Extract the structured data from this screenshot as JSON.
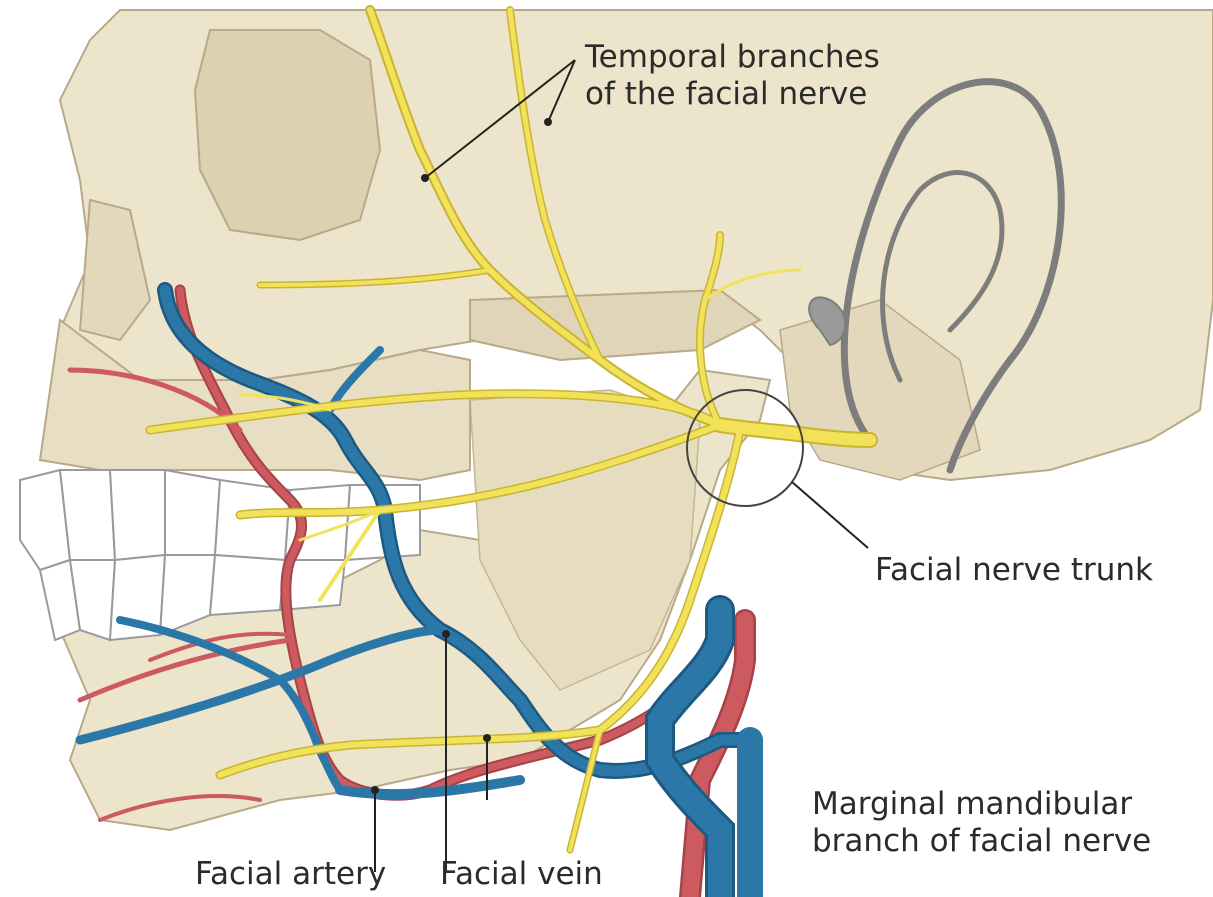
{
  "colors": {
    "bone": "#ede4cc",
    "bone_shadow": "#ddd1b2",
    "nerve": "#f2e25a",
    "nerve_outline": "#c9b431",
    "artery": "#cc5a5e",
    "vein": "#2b78a8",
    "teeth": "#ffffff",
    "ear_line": "#7d7d7d",
    "label_text": "#2b2b2b"
  },
  "labels": {
    "temporal_line1": "Temporal branches",
    "temporal_line2": "of the facial nerve",
    "trunk": "Facial nerve trunk",
    "marginal_line1": "Marginal mandibular",
    "marginal_line2": "branch of facial nerve",
    "artery": "Facial artery",
    "vein": "Facial vein"
  }
}
